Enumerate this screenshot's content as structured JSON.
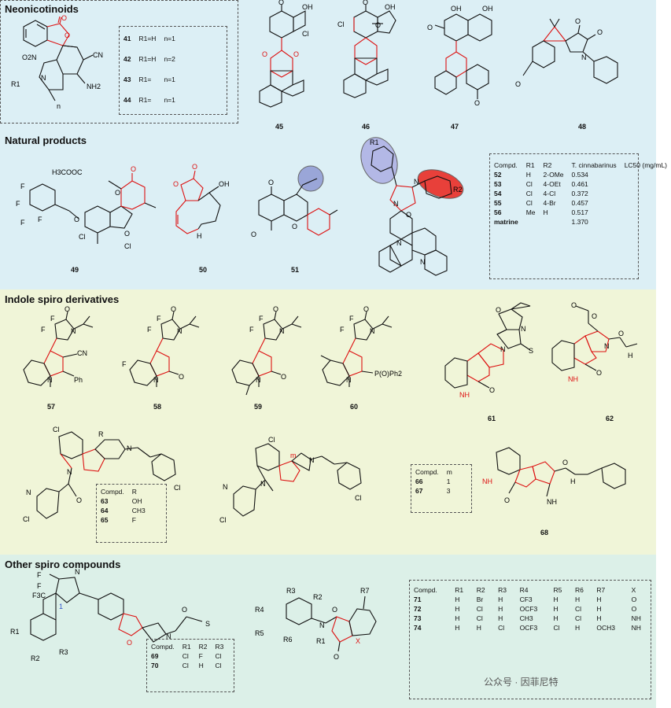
{
  "sections": {
    "neonicotinoids": "Neonicotinoids",
    "natural": "Natural products",
    "indole": "Indole spiro derivatives",
    "other": "Other spiro compounds"
  },
  "neonic_table": {
    "rows": [
      {
        "id": "41",
        "r": "R1=H",
        "n": "n=1"
      },
      {
        "id": "42",
        "r": "R1=H",
        "n": "n=2"
      },
      {
        "id": "43",
        "r": "R1=",
        "n": "n=1"
      },
      {
        "id": "44",
        "r": "R1=",
        "n": "n=1"
      }
    ]
  },
  "compound_labels": {
    "c45": "45",
    "c46": "46",
    "c47": "47",
    "c48": "48",
    "c49": "49",
    "c50": "50",
    "c51": "51",
    "c57": "57",
    "c58": "58",
    "c59": "59",
    "c60": "60",
    "c61": "61",
    "c62": "62",
    "c68": "68"
  },
  "atom_text": {
    "oh": "OH",
    "cl": "Cl",
    "o": "O",
    "n": "N",
    "nh2": "NH2",
    "cn": "CN",
    "no2": "O2N",
    "r1": "R1",
    "nn": "n",
    "h3ccoc": "H3COOC",
    "f": "F",
    "h": "H",
    "ph": "Ph",
    "pph": "P(O)Ph2",
    "s": "S",
    "nh": "NH",
    "r": "R",
    "x": "X",
    "m": "m",
    "r2": "R2",
    "r3": "R3",
    "r4": "R4",
    "r5": "R5",
    "r6": "R6",
    "r7": "R7",
    "cf3": "F3C",
    "one": "1"
  },
  "matrine_table": {
    "headers": [
      "Compd.",
      "R1",
      "R2",
      "T. cinnabarinus",
      "LC50 (mg/mL)"
    ],
    "rows": [
      [
        "52",
        "H",
        "2-OMe",
        "0.534"
      ],
      [
        "53",
        "Cl",
        "4-OEt",
        "0.461"
      ],
      [
        "54",
        "Cl",
        "4-Cl",
        "0.372"
      ],
      [
        "55",
        "Cl",
        "4-Br",
        "0.457"
      ],
      [
        "56",
        "Me",
        "H",
        "0.517"
      ],
      [
        "matrine",
        "",
        "",
        "1.370"
      ]
    ]
  },
  "r_table": {
    "headers": [
      "Compd.",
      "R"
    ],
    "rows": [
      [
        "63",
        "OH"
      ],
      [
        "64",
        "CH3"
      ],
      [
        "65",
        "F"
      ]
    ]
  },
  "m_table": {
    "headers": [
      "Compd.",
      "m"
    ],
    "rows": [
      [
        "66",
        "1"
      ],
      [
        "67",
        "3"
      ]
    ]
  },
  "r123_table": {
    "headers": [
      "Compd.",
      "R1",
      "R2",
      "R3"
    ],
    "rows": [
      [
        "69",
        "Cl",
        "F",
        "Cl"
      ],
      [
        "70",
        "Cl",
        "H",
        "Cl"
      ]
    ]
  },
  "big_table": {
    "headers": [
      "Compd.",
      "R1",
      "R2",
      "R3",
      "R4",
      "R5",
      "R6",
      "R7",
      "X"
    ],
    "rows": [
      [
        "71",
        "H",
        "Br",
        "H",
        "CF3",
        "H",
        "H",
        "H",
        "O"
      ],
      [
        "72",
        "H",
        "Cl",
        "H",
        "OCF3",
        "H",
        "Cl",
        "H",
        "O"
      ],
      [
        "73",
        "H",
        "Cl",
        "H",
        "CH3",
        "H",
        "Cl",
        "H",
        "NH"
      ],
      [
        "74",
        "H",
        "H",
        "Cl",
        "OCF3",
        "Cl",
        "H",
        "OCH3",
        "NH"
      ]
    ]
  },
  "watermark": "公众号 · 因菲尼特"
}
